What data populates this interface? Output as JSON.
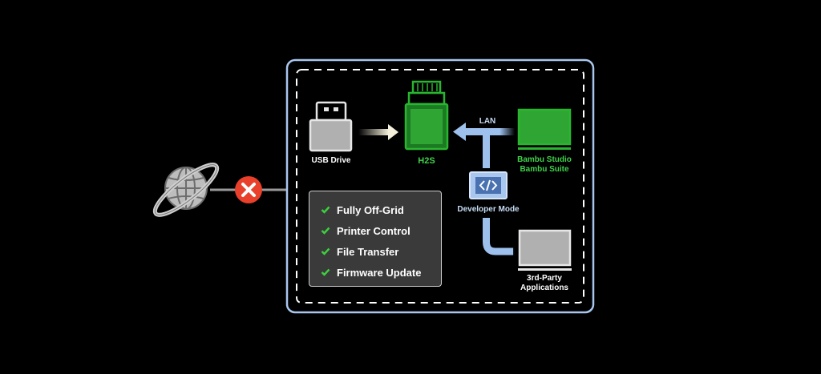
{
  "diagram": {
    "nodes": {
      "usb": {
        "label": "USB Drive"
      },
      "printer": {
        "label": "H2S"
      },
      "studio": {
        "label_line1": "Bambu Studio",
        "label_line2": "Bambu Suite"
      },
      "developer": {
        "label": "Developer Mode"
      },
      "third_party": {
        "label_line1": "3rd-Party",
        "label_line2": "Applications"
      }
    },
    "edges": {
      "lan_label": "LAN"
    },
    "features": [
      "Fully Off-Grid",
      "Printer Control",
      "File Transfer",
      "Firmware Update"
    ]
  },
  "colors": {
    "frame_blue": "#a8c6ee",
    "arrow_blue": "#9dc0ec",
    "printer_green": "#29b52f",
    "check_green": "#3ccf3f",
    "blocked_red": "#e8402a"
  }
}
